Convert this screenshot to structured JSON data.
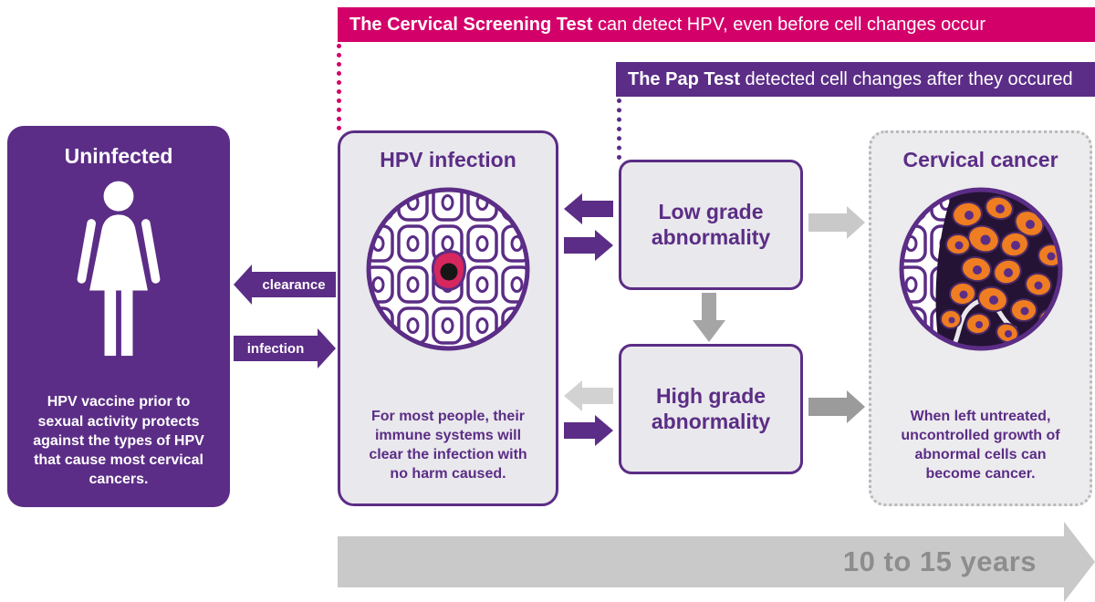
{
  "colors": {
    "purple": "#5b2d86",
    "pink": "#d4006a",
    "cardbg": "#e9e8ec",
    "graylight": "#c9c9c9",
    "graymid": "#a5a5a5",
    "graydark": "#9b9b9b",
    "graypale": "#d2d2d2",
    "timelinetext": "#8d8d8d",
    "orange": "#ef7d22",
    "infectedred": "#d6275f"
  },
  "banners": {
    "screening_bold": "The Cervical Screening Test",
    "screening_rest": " can detect HPV, even before cell changes occur",
    "pap_bold": "The Pap Test",
    "pap_rest": " detected cell changes after they occured"
  },
  "uninfected": {
    "title": "Uninfected",
    "body": "HPV vaccine prior to sexual activity protects against the types of HPV that cause most cervical cancers."
  },
  "hpv_infection": {
    "title": "HPV infection",
    "body": "For most people, their immune systems will clear the infection with no harm caused."
  },
  "transitions": {
    "clearance": "clearance",
    "infection": "infection"
  },
  "low_grade": {
    "title": "Low grade abnormality"
  },
  "high_grade": {
    "title": "High grade abnormality"
  },
  "cervical_cancer": {
    "title": "Cervical cancer",
    "body": "When left untreated, uncontrolled growth of abnormal cells can become cancer."
  },
  "timeline": {
    "label": "10 to 15 years"
  }
}
